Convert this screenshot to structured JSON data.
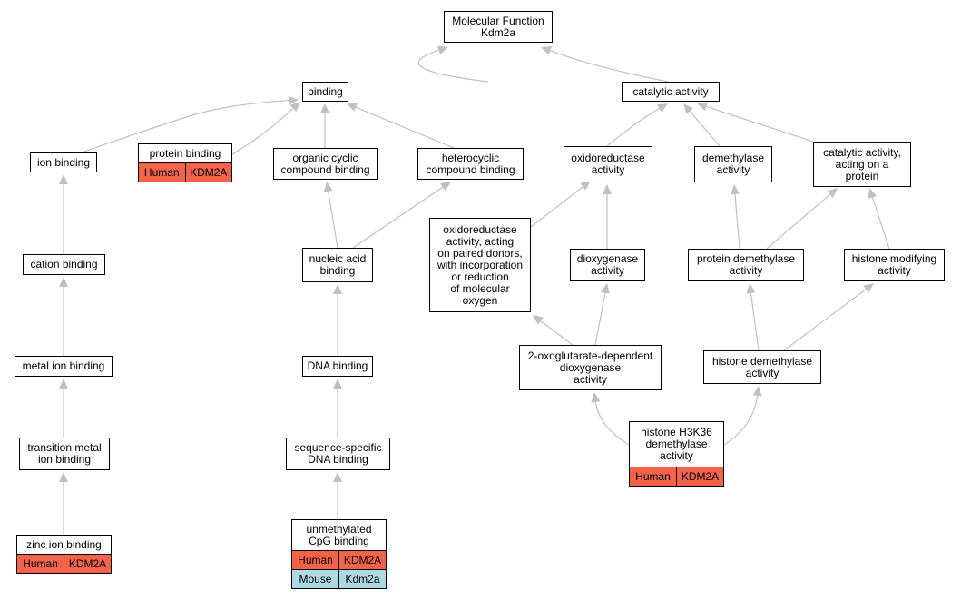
{
  "graph": {
    "nodes": {
      "mf": "Molecular Function\nKdm2a",
      "binding": "binding",
      "catalytic": "catalytic activity",
      "ion_binding": "ion binding",
      "protein_binding": "protein binding",
      "organic_cyclic": "organic cyclic\ncompound binding",
      "heterocyclic": "heterocyclic\ncompound binding",
      "oxidoreductase": "oxidoreductase\nactivity",
      "demethylase": "demethylase\nactivity",
      "catalytic_protein": "catalytic activity,\nacting on a\nprotein",
      "cation_binding": "cation binding",
      "nucleic_acid": "nucleic acid\nbinding",
      "oxidoreductase_paired": "oxidoreductase\nactivity, acting\non paired donors,\nwith incorporation\nor reduction\nof molecular\noxygen",
      "dioxygenase": "dioxygenase\nactivity",
      "protein_demethylase": "protein demethylase\nactivity",
      "histone_modifying": "histone modifying\nactivity",
      "metal_ion": "metal ion binding",
      "dna_binding": "DNA binding",
      "oxoglutarate": "2-oxoglutarate-dependent\ndioxygenase\nactivity",
      "histone_demethylase": "histone demethylase\nactivity",
      "transition_metal": "transition metal\nion binding",
      "seq_specific": "sequence-specific\nDNA binding",
      "h3k36": "histone H3K36\ndemethylase\nactivity",
      "zinc_ion": "zinc ion binding",
      "unmethylated_cpg": "unmethylated\nCpG binding"
    },
    "annotations": {
      "protein_binding": [
        {
          "species": "Human",
          "gene": "KDM2A"
        }
      ],
      "h3k36": [
        {
          "species": "Human",
          "gene": "KDM2A"
        }
      ],
      "zinc_ion": [
        {
          "species": "Human",
          "gene": "KDM2A"
        }
      ],
      "unmethylated_cpg": [
        {
          "species": "Human",
          "gene": "KDM2A"
        },
        {
          "species": "Mouse",
          "gene": "Kdm2a"
        }
      ]
    }
  },
  "colors": {
    "human": "#f2634a",
    "mouse": "#add8e6",
    "edge": "#c0c0c0"
  }
}
